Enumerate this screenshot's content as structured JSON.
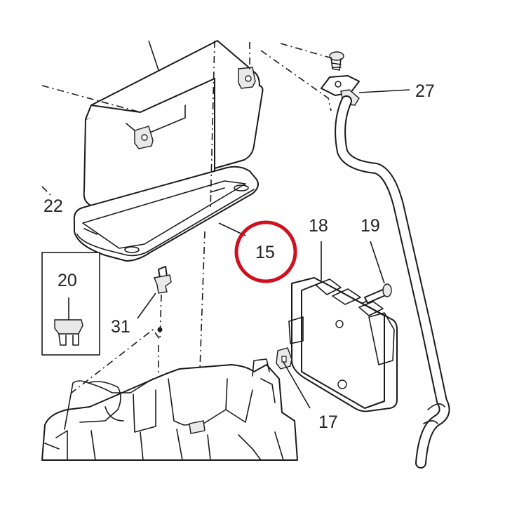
{
  "callouts": {
    "c15": "15",
    "c17": "17",
    "c18": "18",
    "c19": "19",
    "c20": "20",
    "c22": "22",
    "c27": "27",
    "c31": "31"
  },
  "highlight": {
    "target_callout": "15",
    "color": "#d0101e"
  },
  "icons": [
    "battery-icon",
    "battery-tray-icon",
    "relay-icon",
    "fuse-icon",
    "bolt-icon",
    "cable-icon",
    "clip-icon",
    "frame-icon"
  ]
}
